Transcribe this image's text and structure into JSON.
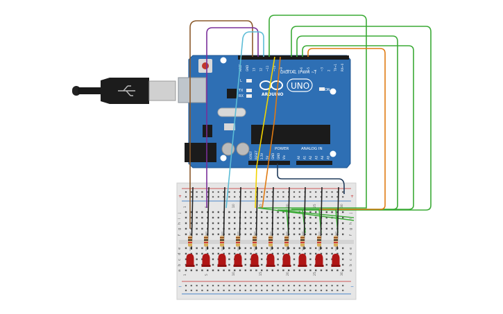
{
  "board": {
    "model_label": "UNO",
    "brand_label": "ARDUINO",
    "digital_label": "DIGITAL (PWM ~)",
    "analog_label": "ANALOG IN",
    "power_label": "POWER",
    "on_label": "ON",
    "tx_label": "TX",
    "rx_label": "RX",
    "l_label": "L",
    "digital_pins": [
      "AREF",
      "GND",
      "13",
      "12",
      "~11",
      "~10",
      "~9",
      "8",
      "7",
      "~6",
      "~5",
      "4",
      "~3",
      "2",
      "TX→1",
      "RX←0"
    ],
    "power_pins": [
      "IOREF",
      "RESET",
      "3.3V",
      "5V",
      "GND",
      "GND",
      "Vin"
    ],
    "analog_pins": [
      "A0",
      "A1",
      "A2",
      "A3",
      "A4",
      "A5"
    ]
  },
  "breadboard": {
    "row_letters_top": [
      "j",
      "i",
      "h",
      "g",
      "f"
    ],
    "row_letters_bottom": [
      "e",
      "d",
      "c",
      "b",
      "a"
    ],
    "column_numbers": [
      "1",
      "5",
      "10",
      "15",
      "20",
      "25",
      "30"
    ],
    "rail_plus": "+",
    "rail_minus": "−"
  },
  "colors": {
    "board": "#2e6fb4",
    "wire_brown": "#8b5a2b",
    "wire_purple": "#7a2e9a",
    "wire_cyan": "#5bbcd6",
    "wire_green": "#3aaa35",
    "wire_orange": "#e07b12",
    "wire_yellow": "#f2d300",
    "wire_black": "#222222",
    "wire_navy": "#1f3a5a",
    "led_red": "#b01515"
  }
}
